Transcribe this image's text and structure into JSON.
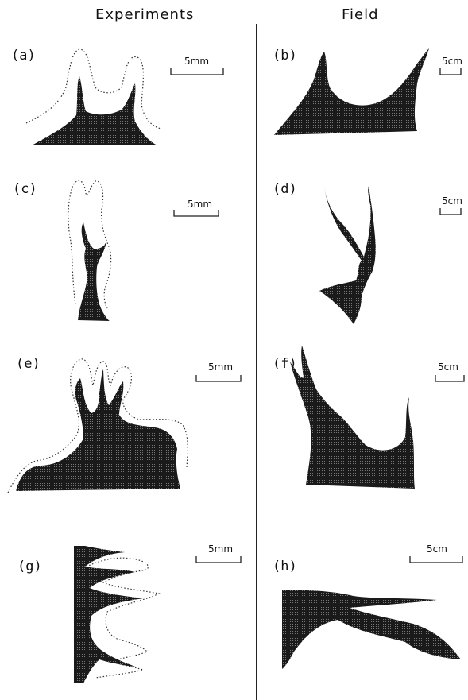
{
  "columns": {
    "left_title": "Experiments",
    "right_title": "Field"
  },
  "panels": [
    {
      "label": "(a)",
      "scale": "5mm"
    },
    {
      "label": "(b)",
      "scale": "5cm"
    },
    {
      "label": "(c)",
      "scale": "5mm"
    },
    {
      "label": "(d)",
      "scale": "5cm"
    },
    {
      "label": "(e)",
      "scale": "5mm"
    },
    {
      "label": "(f)",
      "scale": "5cm"
    },
    {
      "label": "(g)",
      "scale": "5mm"
    },
    {
      "label": "(h)",
      "scale": "5cm"
    }
  ],
  "colors": {
    "fill": "#1a1a1a",
    "stroke": "#222222"
  }
}
